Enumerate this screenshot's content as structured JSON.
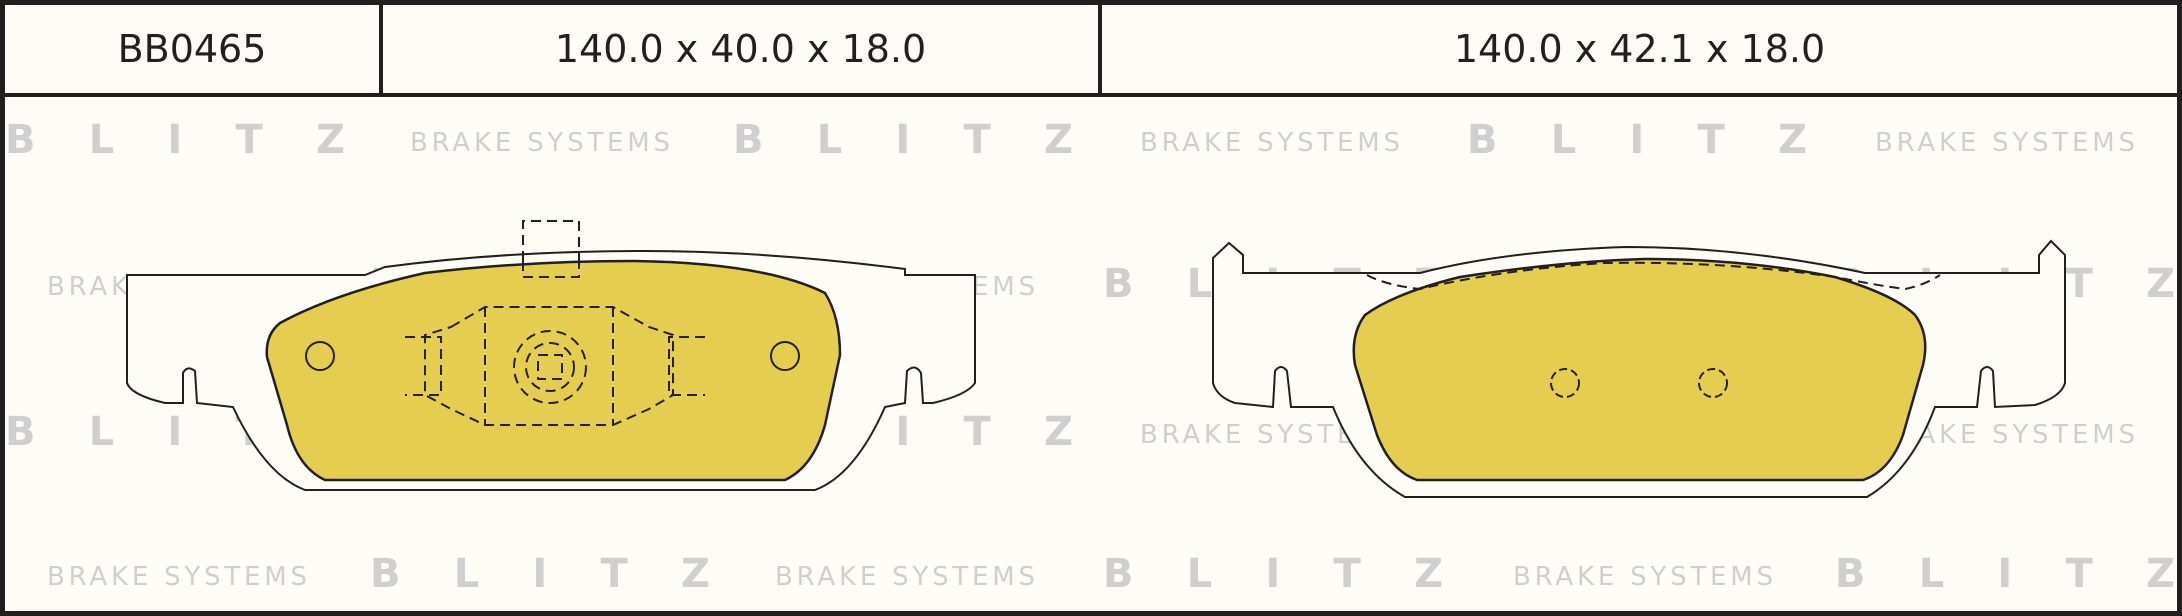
{
  "header": {
    "part_code": "BB0465",
    "dimensions_left": "140.0 x 40.0 x 18.0",
    "dimensions_right": "140.0 x 42.1 x 18.0"
  },
  "watermark": {
    "brand": "B L I T Z",
    "tagline": "BRAKE SYSTEMS"
  },
  "colors": {
    "pad_fill": "#e5cd4f",
    "outline": "#231f20",
    "watermark": "#cfcfcf",
    "background": "#fdfcf6"
  }
}
